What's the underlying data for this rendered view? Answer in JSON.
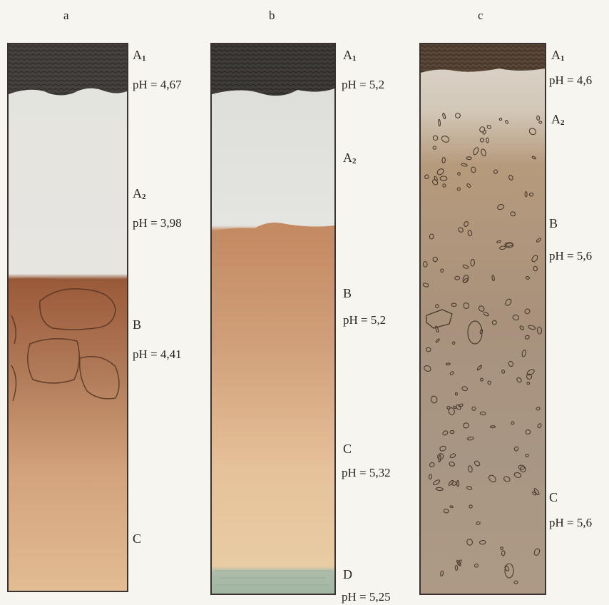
{
  "panels": [
    {
      "letter": "a",
      "labels": [
        {
          "id": "A1",
          "horizon": "A",
          "sub": "1",
          "ph": "pH = 4,67"
        },
        {
          "id": "A2",
          "horizon": "A",
          "sub": "2",
          "ph": "pH = 3,98"
        },
        {
          "id": "B",
          "horizon": "B",
          "sub": "",
          "ph": "pH = 4,41"
        },
        {
          "id": "C",
          "horizon": "C",
          "sub": "",
          "ph": ""
        }
      ]
    },
    {
      "letter": "b",
      "labels": [
        {
          "id": "A1",
          "horizon": "A",
          "sub": "1",
          "ph": "pH = 5,2"
        },
        {
          "id": "A2",
          "horizon": "A",
          "sub": "2",
          "ph": ""
        },
        {
          "id": "B",
          "horizon": "B",
          "sub": "",
          "ph": "pH = 5,2"
        },
        {
          "id": "C",
          "horizon": "C",
          "sub": "",
          "ph": "pH = 5,32"
        },
        {
          "id": "D",
          "horizon": "D",
          "sub": "",
          "ph": "pH = 5,25"
        }
      ]
    },
    {
      "letter": "c",
      "labels": [
        {
          "id": "A1",
          "horizon": "A",
          "sub": "1",
          "ph": "pH = 4,6"
        },
        {
          "id": "A2",
          "horizon": "A",
          "sub": "2",
          "ph": ""
        },
        {
          "id": "B",
          "horizon": "B",
          "sub": "",
          "ph": "pH = 5,6"
        },
        {
          "id": "C",
          "horizon": "C",
          "sub": "",
          "ph": "pH = 5,6"
        }
      ]
    }
  ],
  "colors": {
    "humus": "#3f3b37",
    "bleached": "#e6e5e0",
    "illuvial_a": "#9a6040",
    "illuvial_b": "#c49068",
    "parent_b": "#e8c8a0",
    "gley": "#a8b8a8",
    "stony": "#a8927c"
  }
}
